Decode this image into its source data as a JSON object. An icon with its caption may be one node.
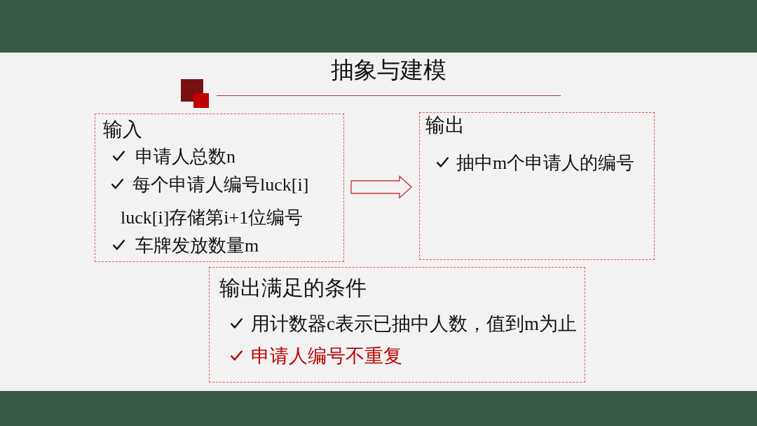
{
  "diagram": {
    "title": "抽象与建模",
    "nodes": [
      {
        "text": [
          "输入",
          "申请人总数n",
          "每个申请人编号luck[i]",
          "luck[i]存储第i+1位编号",
          "车牌发放数量m"
        ]
      },
      {
        "text": [
          "输出",
          "抽中m个申请人的编号"
        ]
      },
      {
        "text": [
          "输出满足的条件",
          "用计数器c表示已抽中人数，值到m为止",
          "申请人编号不重复"
        ]
      }
    ],
    "edges": [
      {
        "from": 0,
        "to": 1,
        "arrow": "to"
      }
    ]
  }
}
